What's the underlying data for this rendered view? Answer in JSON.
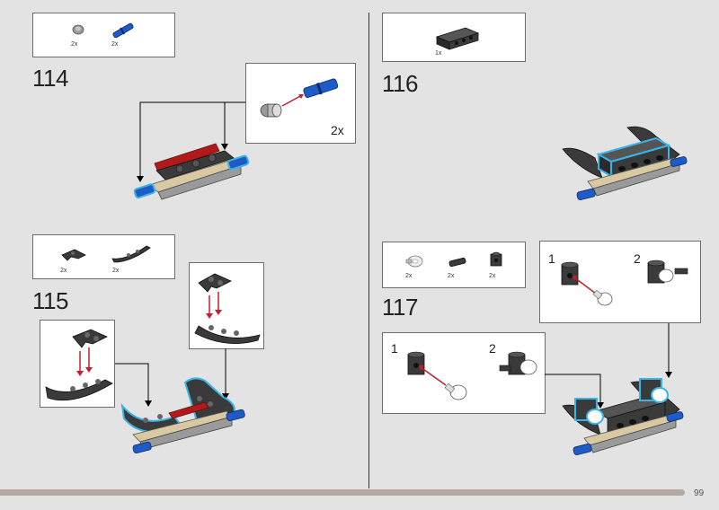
{
  "page_number": "99",
  "steps": {
    "s114": {
      "number": "114",
      "parts": [
        {
          "qty": "2x"
        },
        {
          "qty": "2x"
        }
      ],
      "callout_qty": "2x"
    },
    "s115": {
      "number": "115",
      "parts": [
        {
          "qty": "2x"
        },
        {
          "qty": "2x"
        }
      ]
    },
    "s116": {
      "number": "116",
      "parts": [
        {
          "qty": "1x"
        }
      ]
    },
    "s117": {
      "number": "117",
      "parts": [
        {
          "qty": "2x"
        },
        {
          "qty": "2x"
        },
        {
          "qty": "2x"
        }
      ],
      "sub_a": {
        "n1": "1",
        "n2": "2"
      },
      "sub_b": {
        "n1": "1",
        "n2": "2"
      }
    }
  },
  "colors": {
    "background": "#e3e3e3",
    "brick_dark": "#3a3a3a",
    "brick_red": "#b11a1a",
    "pin_blue": "#1f5bc6",
    "highlight": "#39b4e6",
    "arrow_red": "#c41e2a",
    "tan": "#d8c9a3"
  }
}
